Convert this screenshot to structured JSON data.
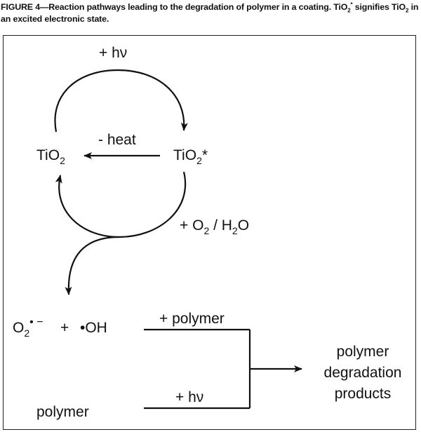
{
  "caption": {
    "label": "FIGURE 4",
    "dash": "—",
    "text1": "Reaction pathways leading to the degradation of polymer in a coating. TiO",
    "sub1": "2",
    "sup1": "*",
    "text2": " signifies TiO",
    "sub2": "2",
    "text3": " in an excited electronic state."
  },
  "diagram": {
    "hv_top": "+ hν",
    "heat": "- heat",
    "tio2_left": {
      "base": "TiO",
      "sub": "2"
    },
    "tio2_right": {
      "base": "TiO",
      "sub": "2",
      "suffix": "*"
    },
    "o2_h2o": {
      "prefix": "+  O",
      "sub1": "2",
      "mid": " / H",
      "sub2": "2",
      "suffix": "O"
    },
    "superoxide": {
      "base": "O",
      "sub": "2",
      "sup": "• −"
    },
    "plus": "+",
    "hydroxyl": "•OH",
    "plus_polymer": "+ polymer",
    "plus_hv_bottom": "+ hν",
    "polymer": "polymer",
    "products": [
      "polymer",
      "degradation",
      "products"
    ]
  },
  "colors": {
    "ink": "#111111",
    "background": "#ffffff",
    "frame": "#222222"
  }
}
